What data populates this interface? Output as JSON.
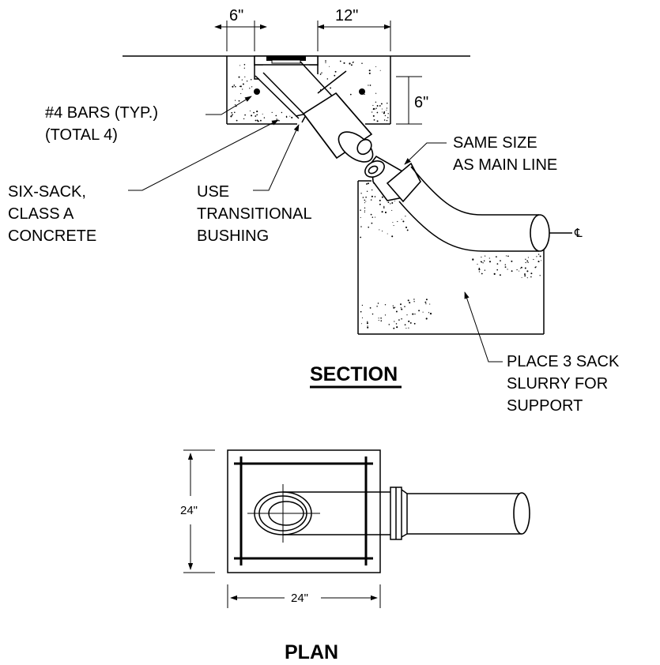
{
  "section": {
    "dim_top_left": "6\"",
    "dim_top_right": "12\"",
    "dim_side": "6\"",
    "label_bars_1": "#4 BARS (TYP.)",
    "label_bars_2": "(TOTAL 4)",
    "label_concrete_1": "SIX-SACK,",
    "label_concrete_2": "CLASS A",
    "label_concrete_3": "CONCRETE",
    "label_bushing_1": "USE",
    "label_bushing_2": "TRANSITIONAL",
    "label_bushing_3": "BUSHING",
    "label_same_1": "SAME SIZE",
    "label_same_2": "AS MAIN LINE",
    "label_slurry_1": "PLACE 3 SACK",
    "label_slurry_2": "SLURRY FOR",
    "label_slurry_3": "SUPPORT",
    "centerline": "℄",
    "title": "SECTION"
  },
  "plan": {
    "dim_height": "24\"",
    "dim_width": "24\"",
    "title": "PLAN"
  }
}
